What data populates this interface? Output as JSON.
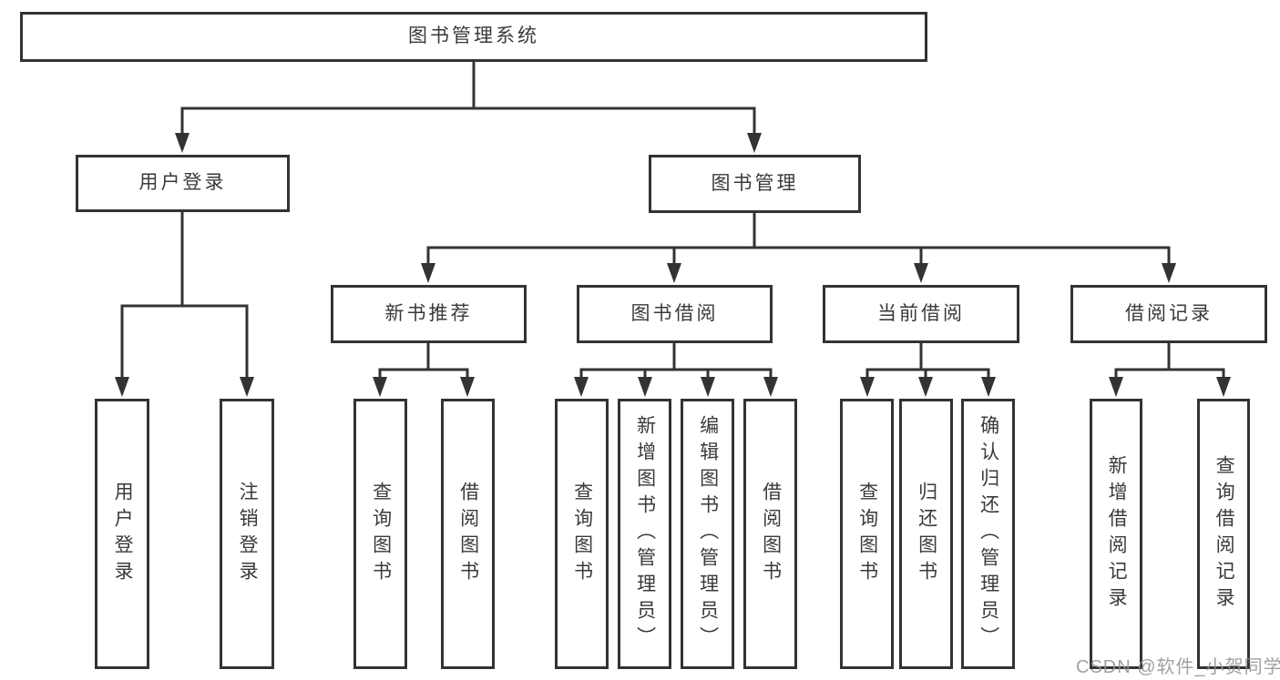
{
  "diagram": {
    "type": "tree",
    "root": {
      "label": "图书管理系统",
      "children": [
        {
          "label": "用户登录",
          "children": [
            {
              "label": "用户登录"
            },
            {
              "label": "注销登录"
            }
          ]
        },
        {
          "label": "图书管理",
          "children": [
            {
              "label": "新书推荐",
              "children": [
                {
                  "label": "查询图书"
                },
                {
                  "label": "借阅图书"
                }
              ]
            },
            {
              "label": "图书借阅",
              "children": [
                {
                  "label": "查询图书"
                },
                {
                  "label": "新增图书（管理员）"
                },
                {
                  "label": "编辑图书（管理员）"
                },
                {
                  "label": "借阅图书"
                }
              ]
            },
            {
              "label": "当前借阅",
              "children": [
                {
                  "label": "查询图书"
                },
                {
                  "label": "归还图书"
                },
                {
                  "label": "确认归还（管理员）"
                }
              ]
            },
            {
              "label": "借阅记录",
              "children": [
                {
                  "label": "新增借阅记录"
                },
                {
                  "label": "查询借阅记录"
                }
              ]
            }
          ]
        }
      ]
    }
  },
  "watermark": {
    "text": "CSDN @软件_小贺同学"
  },
  "colors": {
    "line": "#333333",
    "box_border": "#333333",
    "text": "#3a3a3a",
    "watermark": "#949498",
    "background": "#ffffff"
  }
}
